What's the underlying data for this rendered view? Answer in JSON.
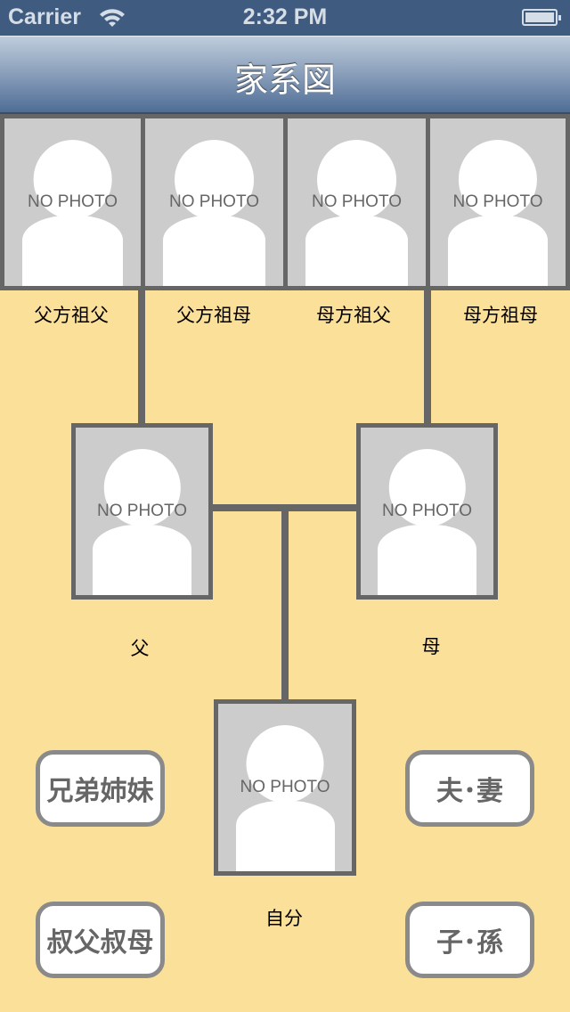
{
  "status_bar": {
    "carrier": "Carrier",
    "time": "2:32 PM"
  },
  "nav": {
    "title": "家系図"
  },
  "no_photo": "NO PHOTO",
  "grandparents": [
    {
      "label": "父方祖父"
    },
    {
      "label": "父方祖母"
    },
    {
      "label": "母方祖父"
    },
    {
      "label": "母方祖母"
    }
  ],
  "parents": {
    "father": "父",
    "mother": "母"
  },
  "self": "自分",
  "buttons": {
    "siblings": "兄弟姉妹",
    "spouse": "夫･妻",
    "uncles_aunts": "叔父叔母",
    "children": "子･孫"
  }
}
